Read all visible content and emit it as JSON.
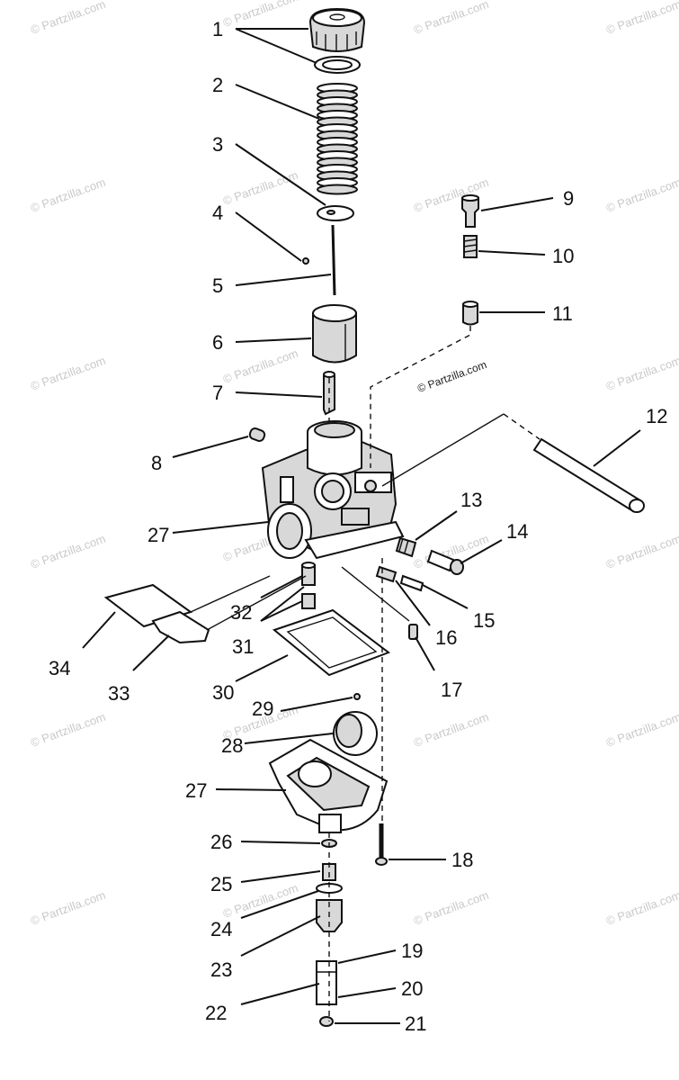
{
  "watermark": "© Partzilla.com",
  "colors": {
    "ink": "#111111",
    "background": "#ffffff",
    "watermark": "#c9c9c9"
  },
  "callouts": [
    {
      "id": "1",
      "label": "1"
    },
    {
      "id": "2",
      "label": "2"
    },
    {
      "id": "3",
      "label": "3"
    },
    {
      "id": "4",
      "label": "4"
    },
    {
      "id": "5",
      "label": "5"
    },
    {
      "id": "6",
      "label": "6"
    },
    {
      "id": "7",
      "label": "7"
    },
    {
      "id": "8",
      "label": "8"
    },
    {
      "id": "9",
      "label": "9"
    },
    {
      "id": "10",
      "label": "10"
    },
    {
      "id": "11",
      "label": "11"
    },
    {
      "id": "12",
      "label": "12"
    },
    {
      "id": "13",
      "label": "13"
    },
    {
      "id": "14",
      "label": "14"
    },
    {
      "id": "15",
      "label": "15"
    },
    {
      "id": "16",
      "label": "16"
    },
    {
      "id": "17",
      "label": "17"
    },
    {
      "id": "18",
      "label": "18"
    },
    {
      "id": "19",
      "label": "19"
    },
    {
      "id": "20",
      "label": "20"
    },
    {
      "id": "21",
      "label": "21"
    },
    {
      "id": "22",
      "label": "22"
    },
    {
      "id": "23",
      "label": "23"
    },
    {
      "id": "24",
      "label": "24"
    },
    {
      "id": "25",
      "label": "25"
    },
    {
      "id": "26",
      "label": "26"
    },
    {
      "id": "27a",
      "label": "27"
    },
    {
      "id": "27b",
      "label": "27"
    },
    {
      "id": "28",
      "label": "28"
    },
    {
      "id": "29",
      "label": "29"
    },
    {
      "id": "30",
      "label": "30"
    },
    {
      "id": "31",
      "label": "31"
    },
    {
      "id": "32",
      "label": "32"
    },
    {
      "id": "33",
      "label": "33"
    },
    {
      "id": "34",
      "label": "34"
    }
  ]
}
